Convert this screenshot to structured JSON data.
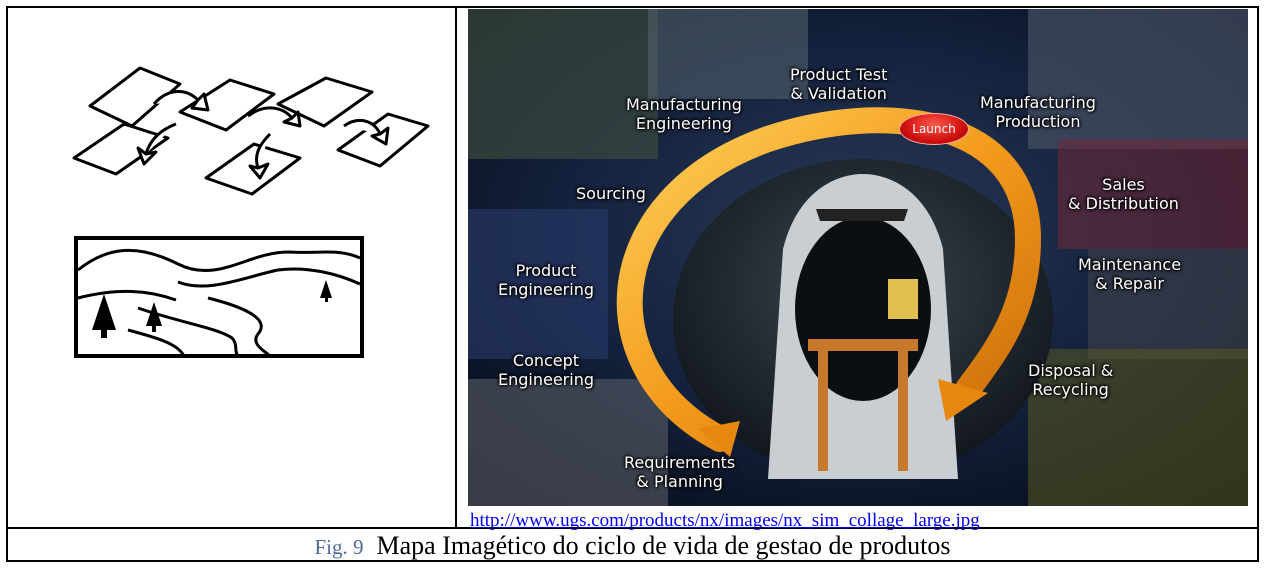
{
  "collage": {
    "launch": "Launch",
    "stages": [
      "Manufacturing\nEngineering",
      "Product Test\n& Validation",
      "Manufacturing\nProduction",
      "Sourcing",
      "Sales\n& Distribution",
      "Product\nEngineering",
      "Maintenance\n& Repair",
      "Concept\nEngineering",
      "Disposal &\nRecycling",
      "Requirements\n& Planning"
    ]
  },
  "source_link": "http://www.ugs.com/products/nx/images/nx_sim_collage_large.jpg",
  "caption": {
    "fig_label": "Fig. 9",
    "text": "Mapa Imagético do ciclo de vida de gestao de produtos"
  },
  "colors": {
    "link": "#0000ee",
    "fig_label": "#4f6a9a",
    "arc": "#f39a1c",
    "launch": "#d01010"
  }
}
